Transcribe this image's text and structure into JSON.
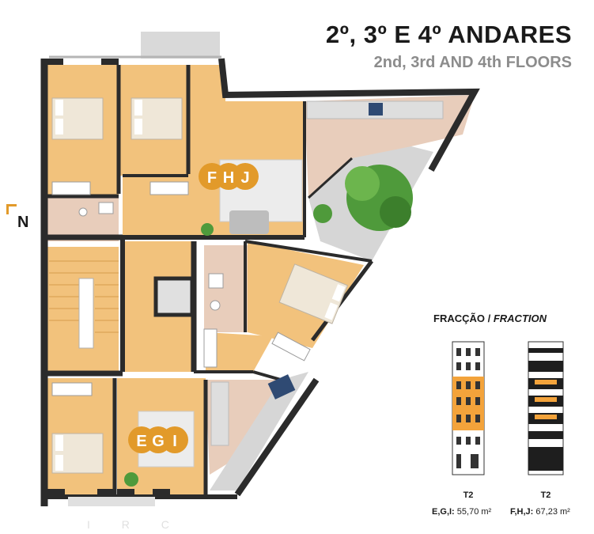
{
  "heading": {
    "title": "2º, 3º E 4º ANDARES",
    "subtitle": "2nd, 3rd AND 4th FLOORS"
  },
  "north": {
    "label": "N"
  },
  "plan": {
    "unit_top": {
      "letters": [
        "F",
        "H",
        "J"
      ]
    },
    "unit_bottom": {
      "letters": [
        "E",
        "G",
        "I"
      ]
    },
    "watermark": "I R C"
  },
  "fraction": {
    "heading_pt": "FRACÇÃO",
    "separator": " / ",
    "heading_en": "FRACTION",
    "units": [
      {
        "type": "T2",
        "label": "E,G,I:",
        "area": "55,70 m²"
      },
      {
        "type": "T2",
        "label": "F,H,J:",
        "area": "67,23 m²"
      }
    ]
  },
  "colors": {
    "wall": "#2b2b2b",
    "floor_wood": "#f2c27c",
    "floor_tile": "#e8cdbb",
    "terrace": "#dcdcdc",
    "badge": "#e29a2a",
    "highlight": "#f3a33b"
  }
}
